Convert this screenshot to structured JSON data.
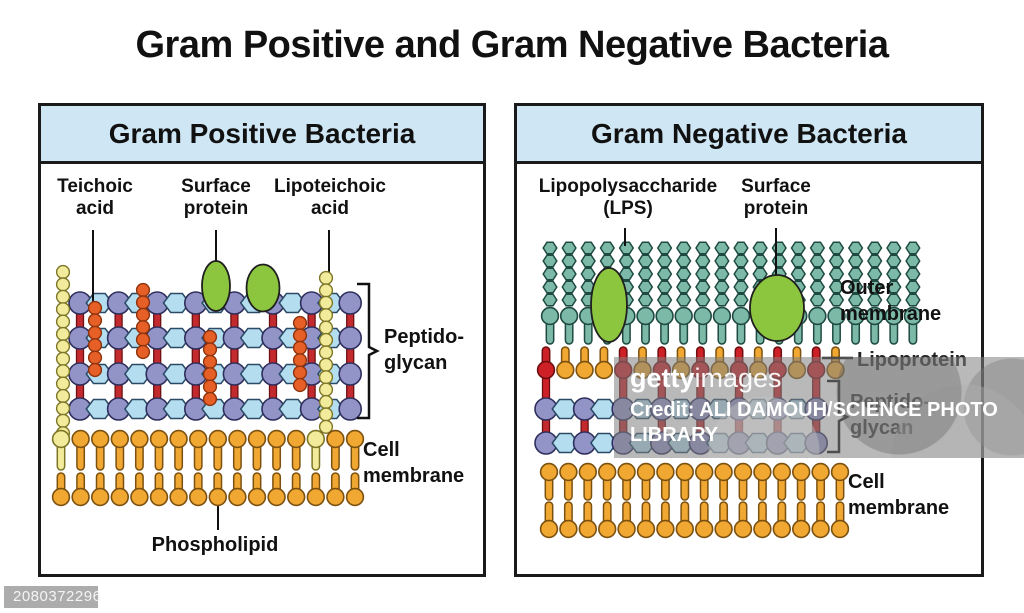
{
  "title": "Gram Positive and Gram Negative Bacteria",
  "image_id": "2080372296",
  "panels": {
    "gram_positive": {
      "header": "Gram Positive Bacteria",
      "labels": {
        "teichoic_acid": [
          "Teichoic",
          "acid"
        ],
        "surface_protein": [
          "Surface",
          "protein"
        ],
        "lipoteichoic_acid": [
          "Lipoteichoic",
          "acid"
        ],
        "peptidoglycan": [
          "Peptido-",
          "glycan"
        ],
        "cell_membrane": [
          "Cell",
          "membrane"
        ],
        "phospholipid": [
          "Phospholipid"
        ]
      }
    },
    "gram_negative": {
      "header": "Gram Negative Bacteria",
      "labels": {
        "lipopolysaccharide": [
          "Lipopolysaccharide",
          "(LPS)"
        ],
        "surface_protein": [
          "Surface",
          "protein"
        ],
        "outer_membrane": [
          "Outer",
          "membrane"
        ],
        "lipoprotein": [
          "Lipoprotein"
        ],
        "peptidoglycan": [
          "Peptido-",
          "glycan"
        ],
        "cell_membrane": [
          "Cell",
          "membrane"
        ]
      }
    }
  },
  "watermark": {
    "brand_bold": "getty",
    "brand_regular": "images",
    "credit_line1": "Credit: ALI DAMOUH/SCIENCE PHOTO",
    "credit_line2": "LIBRARY"
  },
  "colors": {
    "header_bg": "#cfe6f4",
    "panel_border": "#1a1a1a",
    "pg_circle": "#9293c7",
    "pg_circle_stroke": "#2e2e5c",
    "pg_hex": "#b5ddf0",
    "pg_hex_stroke": "#2a4a66",
    "crosslink_red": "#c22a2e",
    "crosslink_stroke": "#6e1012",
    "teichoic_orange": "#e55f27",
    "teichoic_stroke": "#8f330d",
    "lipoteichoic_yellow": "#f2eb9c",
    "lipoteichoic_stroke": "#7d7626",
    "protein_green": "#8cc63e",
    "protein_stroke": "#1f1f1f",
    "phospholipid_orange": "#f0a832",
    "phospholipid_stroke": "#7c5110",
    "lps_teal": "#7cb9a7",
    "lps_teal_stroke": "#1e4a41",
    "lipoprotein_red": "#ce2127",
    "lipoprotein_stroke": "#6e0d10",
    "pointer_black": "#111111"
  }
}
